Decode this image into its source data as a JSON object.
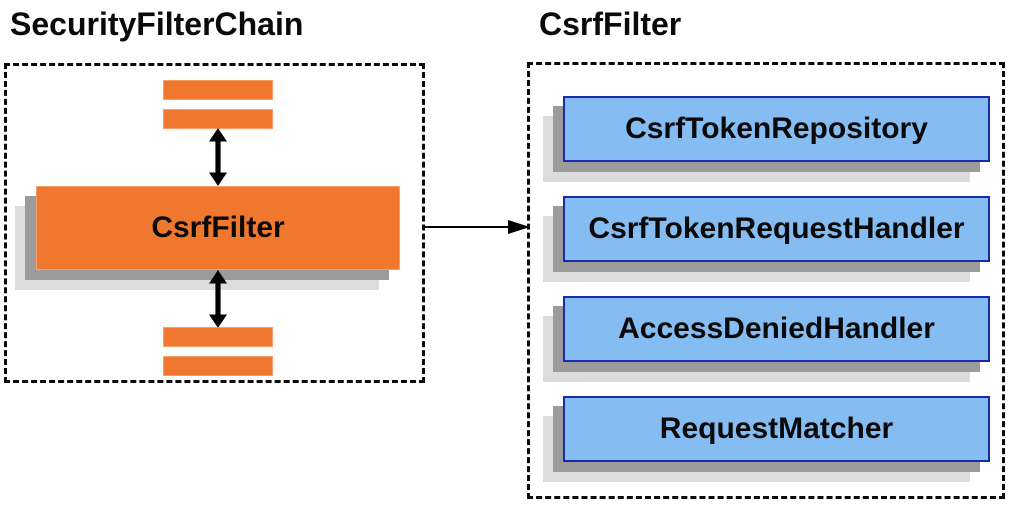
{
  "diagram": {
    "left_panel": {
      "title": "SecurityFilterChain",
      "filter_label": "CsrfFilter"
    },
    "right_panel": {
      "title": "CsrfFilter",
      "components": [
        {
          "label": "CsrfTokenRepository"
        },
        {
          "label": "CsrfTokenRequestHandler"
        },
        {
          "label": "AccessDeniedHandler"
        },
        {
          "label": "RequestMatcher"
        }
      ]
    },
    "theme": {
      "orange_fill": "#F0782E",
      "orange_border": "#F89E69",
      "blue_fill": "#85BCF2",
      "blue_border": "#1A2AAD",
      "shadow_dark": "#9B9B9B",
      "shadow_light": "#DCDCDC",
      "arrow_color": "#000000",
      "dash_color": "#0A0A0A"
    }
  }
}
